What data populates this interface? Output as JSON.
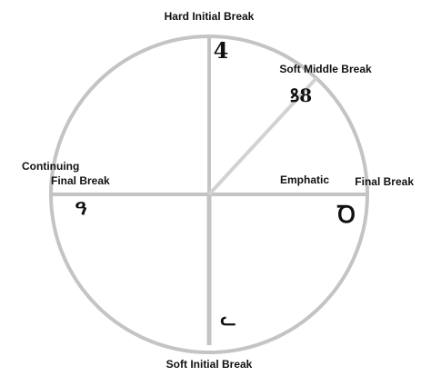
{
  "labels": {
    "top": "Hard Initial Break",
    "upper_right": "Soft Middle Break",
    "right_a": "Emphatic",
    "right_b": "Final Break",
    "left_a": "Continuing",
    "left_b": "Final Break",
    "bottom": "Soft Initial Break"
  },
  "glyphs": {
    "top": "4",
    "upper_right": "ꝸ8",
    "right": "Ꝺ",
    "left": "ዓ",
    "bottom": "ᓚ"
  },
  "colors": {
    "circle": "#c4c4c4",
    "main_lines": "#c4c4c4",
    "diagonal_line": "#d2d2d2",
    "text": "#111111"
  }
}
